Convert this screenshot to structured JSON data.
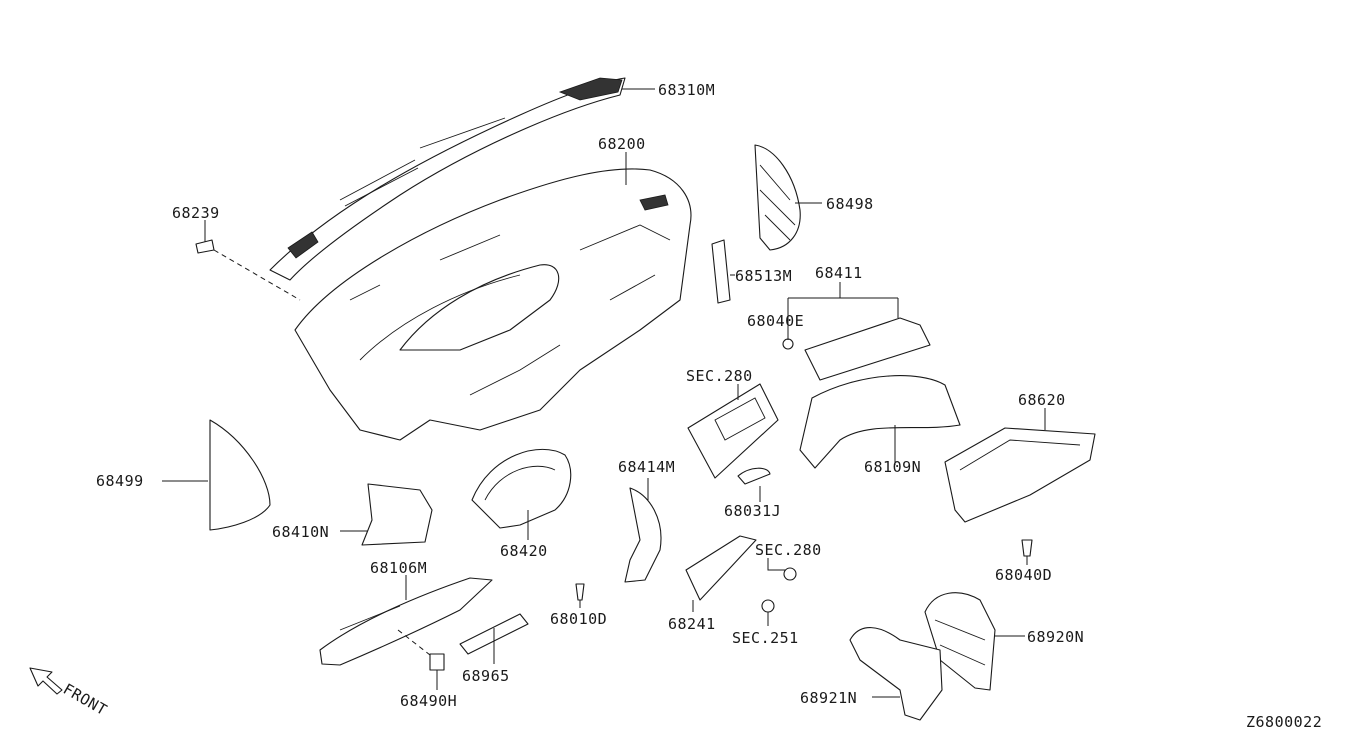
{
  "diagram": {
    "direction_label": "FRONT",
    "drawing_id": "Z6800022",
    "callouts": {
      "p68310M": "68310M",
      "p68200": "68200",
      "p68239": "68239",
      "p68498": "68498",
      "p68513M": "68513M",
      "p68411": "68411",
      "p68040E": "68040E",
      "sec280_top": "SEC.280",
      "p68620": "68620",
      "p68109N": "68109N",
      "p68499": "68499",
      "p68414M": "68414M",
      "p68031J": "68031J",
      "p68410N": "68410N",
      "p68420": "68420",
      "p68106M": "68106M",
      "p68040D": "68040D",
      "sec280_bottom": "SEC.280",
      "p68010D": "68010D",
      "p68241": "68241",
      "p68920N": "68920N",
      "sec251": "SEC.251",
      "p68965": "68965",
      "p68490H": "68490H",
      "p68921N": "68921N"
    }
  }
}
